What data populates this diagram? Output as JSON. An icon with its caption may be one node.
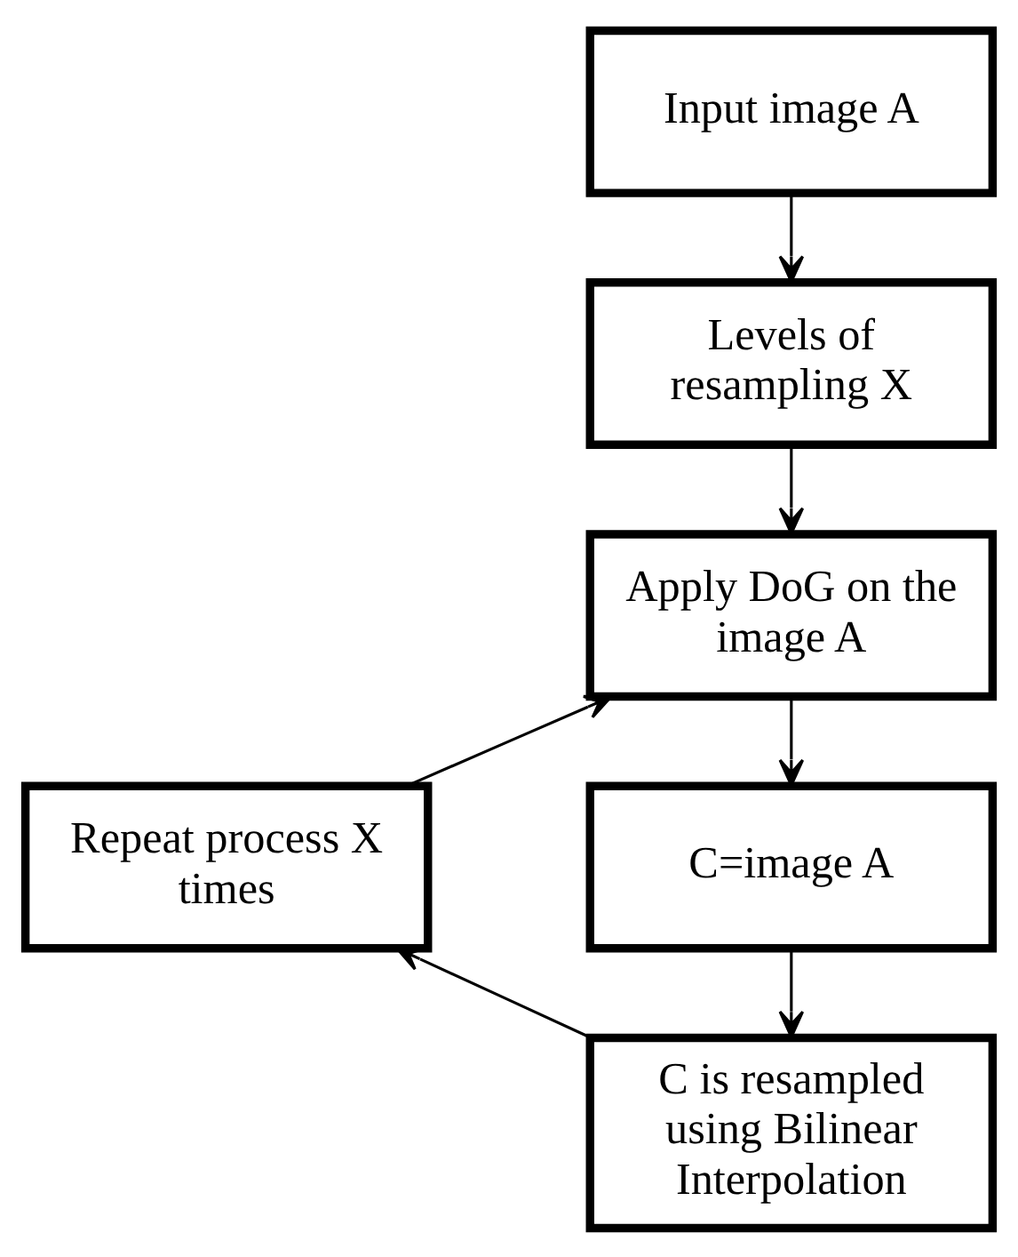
{
  "diagram": {
    "nodes": [
      {
        "text": [
          "Input image A"
        ]
      },
      {
        "text": [
          "Levels of resampling X"
        ]
      },
      {
        "text": [
          "Apply DoG on the image A"
        ]
      },
      {
        "text": [
          "C=image A"
        ]
      },
      {
        "text": [
          "C is resampled using Bilinear Interpolation"
        ]
      },
      {
        "text": [
          "Repeat process X times"
        ]
      }
    ],
    "edges": [
      {
        "from": 0,
        "to": 1,
        "arrow": "to"
      },
      {
        "from": 1,
        "to": 2,
        "arrow": "to"
      },
      {
        "from": 2,
        "to": 3,
        "arrow": "to"
      },
      {
        "from": 3,
        "to": 4,
        "arrow": "to"
      },
      {
        "from": 4,
        "to": 5,
        "arrow": "to"
      },
      {
        "from": 5,
        "to": 2,
        "arrow": "to"
      }
    ]
  }
}
